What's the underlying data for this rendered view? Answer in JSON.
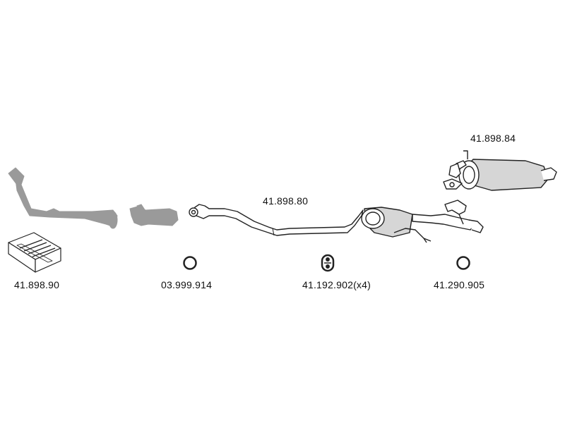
{
  "parts": {
    "part_4189890": "41.898.90",
    "part_03999914": "03.999.914",
    "part_41192902": "41.192.902(x4)",
    "part_41290905": "41.290.905",
    "part_4189880": "41.898.80",
    "part_4189884": "41.898.84"
  },
  "colors": {
    "shaded_part": "#9a9a9a",
    "outline": "#222222",
    "muffler_fill": "#d6d6d6",
    "background": "#ffffff"
  }
}
